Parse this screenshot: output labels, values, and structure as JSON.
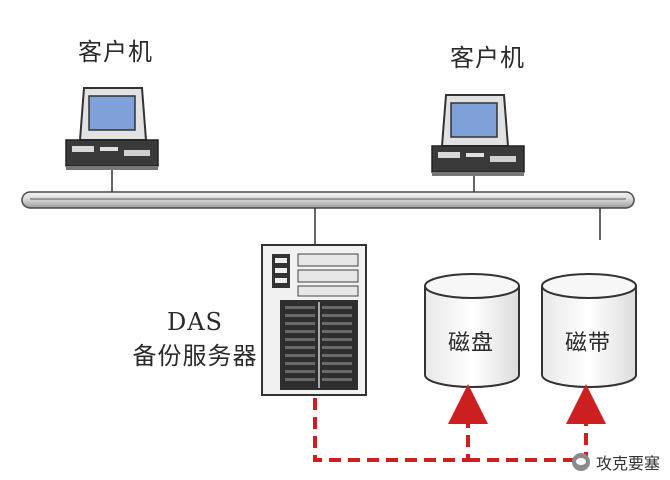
{
  "nodes": {
    "client_left": {
      "label": "客户机"
    },
    "client_right": {
      "label": "客户机"
    },
    "server": {
      "label_line1": "DAS",
      "label_line2": "备份服务器"
    },
    "disk": {
      "label": "磁盘"
    },
    "tape": {
      "label": "磁带"
    }
  },
  "colors": {
    "backup_path": "#cc1f1f",
    "bus": "#d9d9d9",
    "outline": "#333333",
    "screen": "#7fa0d8"
  },
  "watermark": {
    "text": "攻克要塞"
  }
}
